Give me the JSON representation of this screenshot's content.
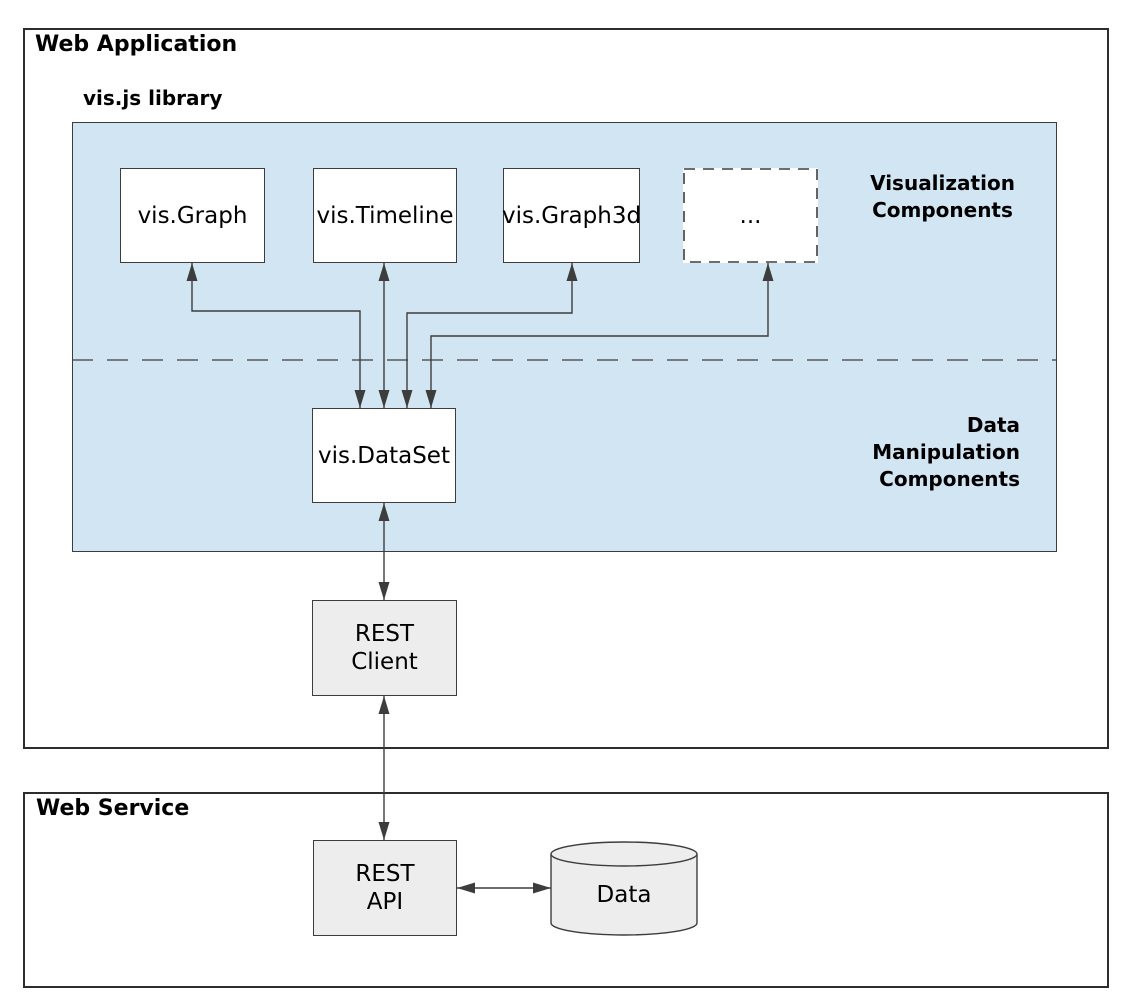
{
  "colors": {
    "library_fill": "#d2e5f3",
    "module_fill": "#ededed",
    "line": "#3d3d3d"
  },
  "web_application": {
    "title": "Web Application",
    "library": {
      "title": "vis.js library",
      "components": [
        "vis.Graph",
        "vis.Timeline",
        "vis.Graph3d",
        "..."
      ],
      "visualization_label": "Visualization\nComponents",
      "dataset": "vis.DataSet",
      "manipulation_label": "Data\nManipulation\nComponents"
    },
    "rest_client": "REST\nClient"
  },
  "web_service": {
    "title": "Web Service",
    "rest_api": "REST\nAPI",
    "database": "Data"
  }
}
